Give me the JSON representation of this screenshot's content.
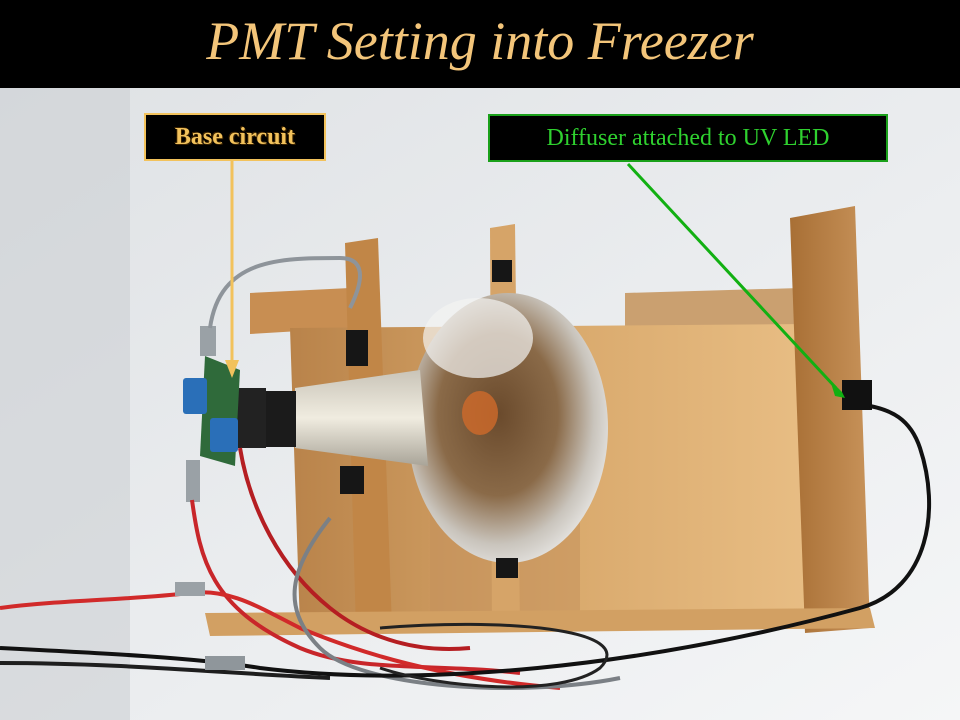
{
  "slide": {
    "title": "PMT Setting into Freezer"
  },
  "labels": {
    "base_circuit": "Base circuit",
    "diffuser": "Diffuser attached to UV LED"
  },
  "colors": {
    "title": "#f3c57a",
    "base_label_text": "#f2c25c",
    "base_arrow": "#f2c25c",
    "diffuser_label_text": "#2fd12f",
    "diffuser_arrow": "#12b012",
    "wood": "#d8a86a",
    "freezer_wall": "#e6e8ea"
  }
}
